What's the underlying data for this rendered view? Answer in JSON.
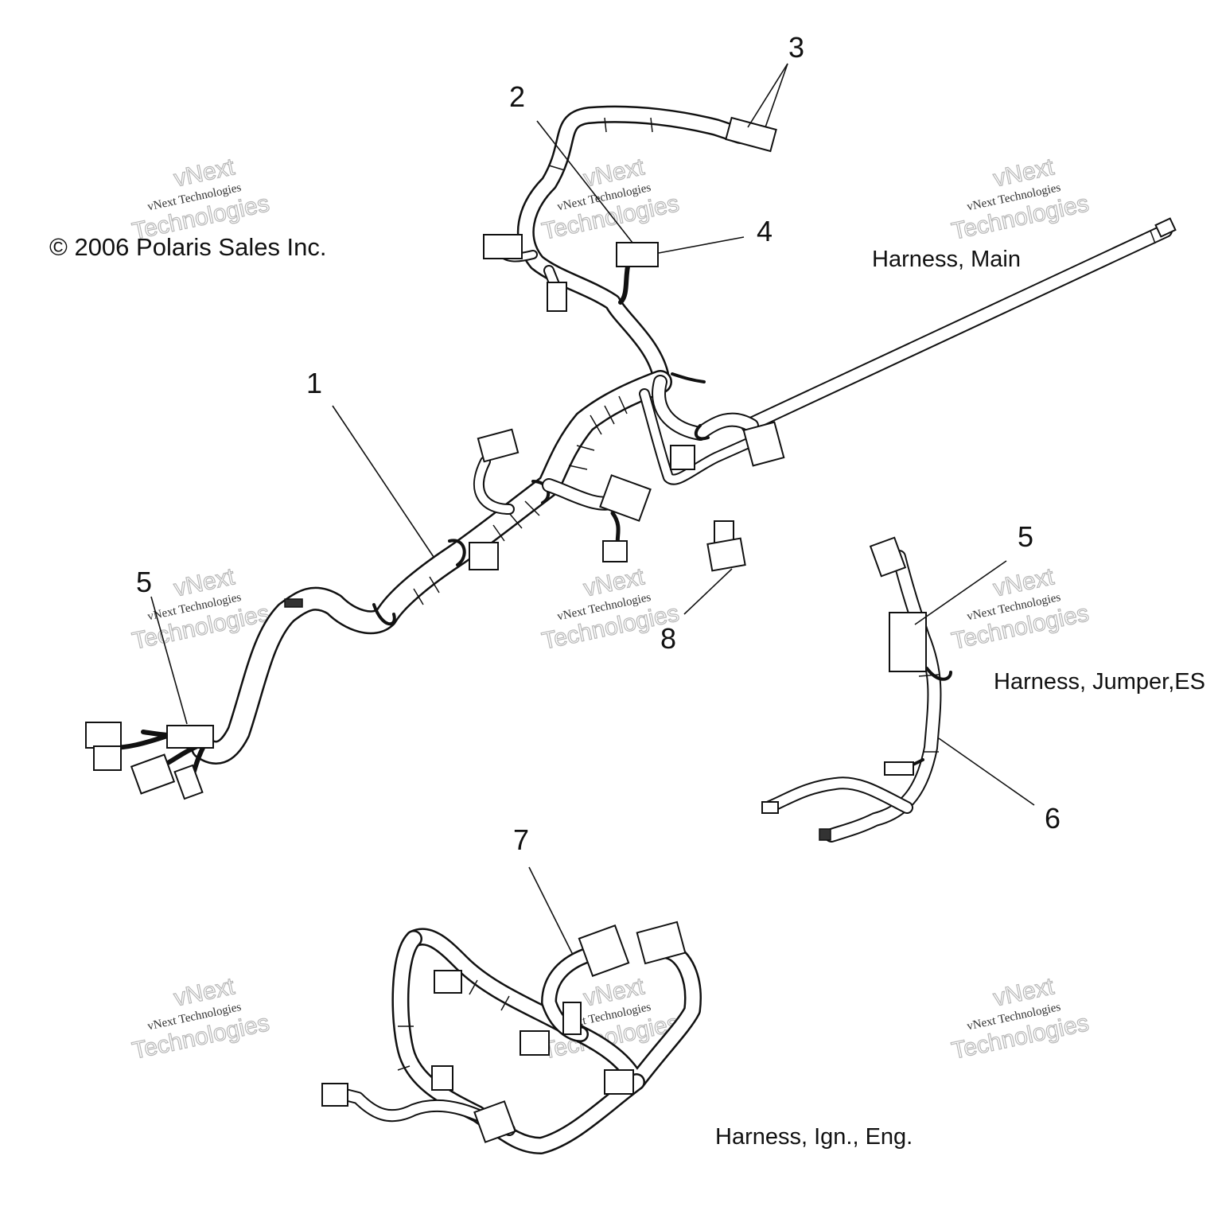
{
  "copyright": "© 2006 Polaris Sales Inc.",
  "captions": {
    "main": "Harness, Main",
    "jumper": "Harness, Jumper,ES",
    "ignition": "Harness, Ign., Eng."
  },
  "callouts": {
    "c1": "1",
    "c2": "2",
    "c3": "3",
    "c4": "4",
    "c5a": "5",
    "c5b": "5",
    "c6": "6",
    "c7": "7",
    "c8": "8"
  },
  "watermark": {
    "line1": "vNext",
    "line2": "vNext Technologies",
    "line3": "Technologies"
  }
}
